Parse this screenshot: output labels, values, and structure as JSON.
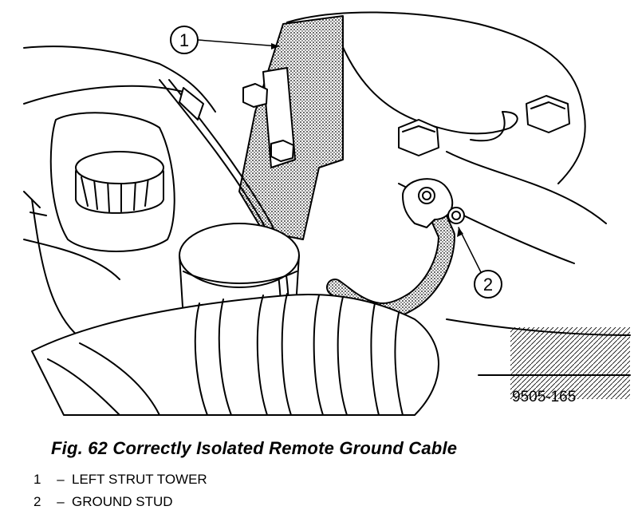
{
  "figure": {
    "code": "9505-165",
    "caption": "Fig. 62 Correctly Isolated Remote Ground Cable"
  },
  "callouts": [
    {
      "number": "1",
      "label": "LEFT STRUT TOWER"
    },
    {
      "number": "2",
      "label": "GROUND STUD"
    }
  ],
  "legend_separator": "–"
}
